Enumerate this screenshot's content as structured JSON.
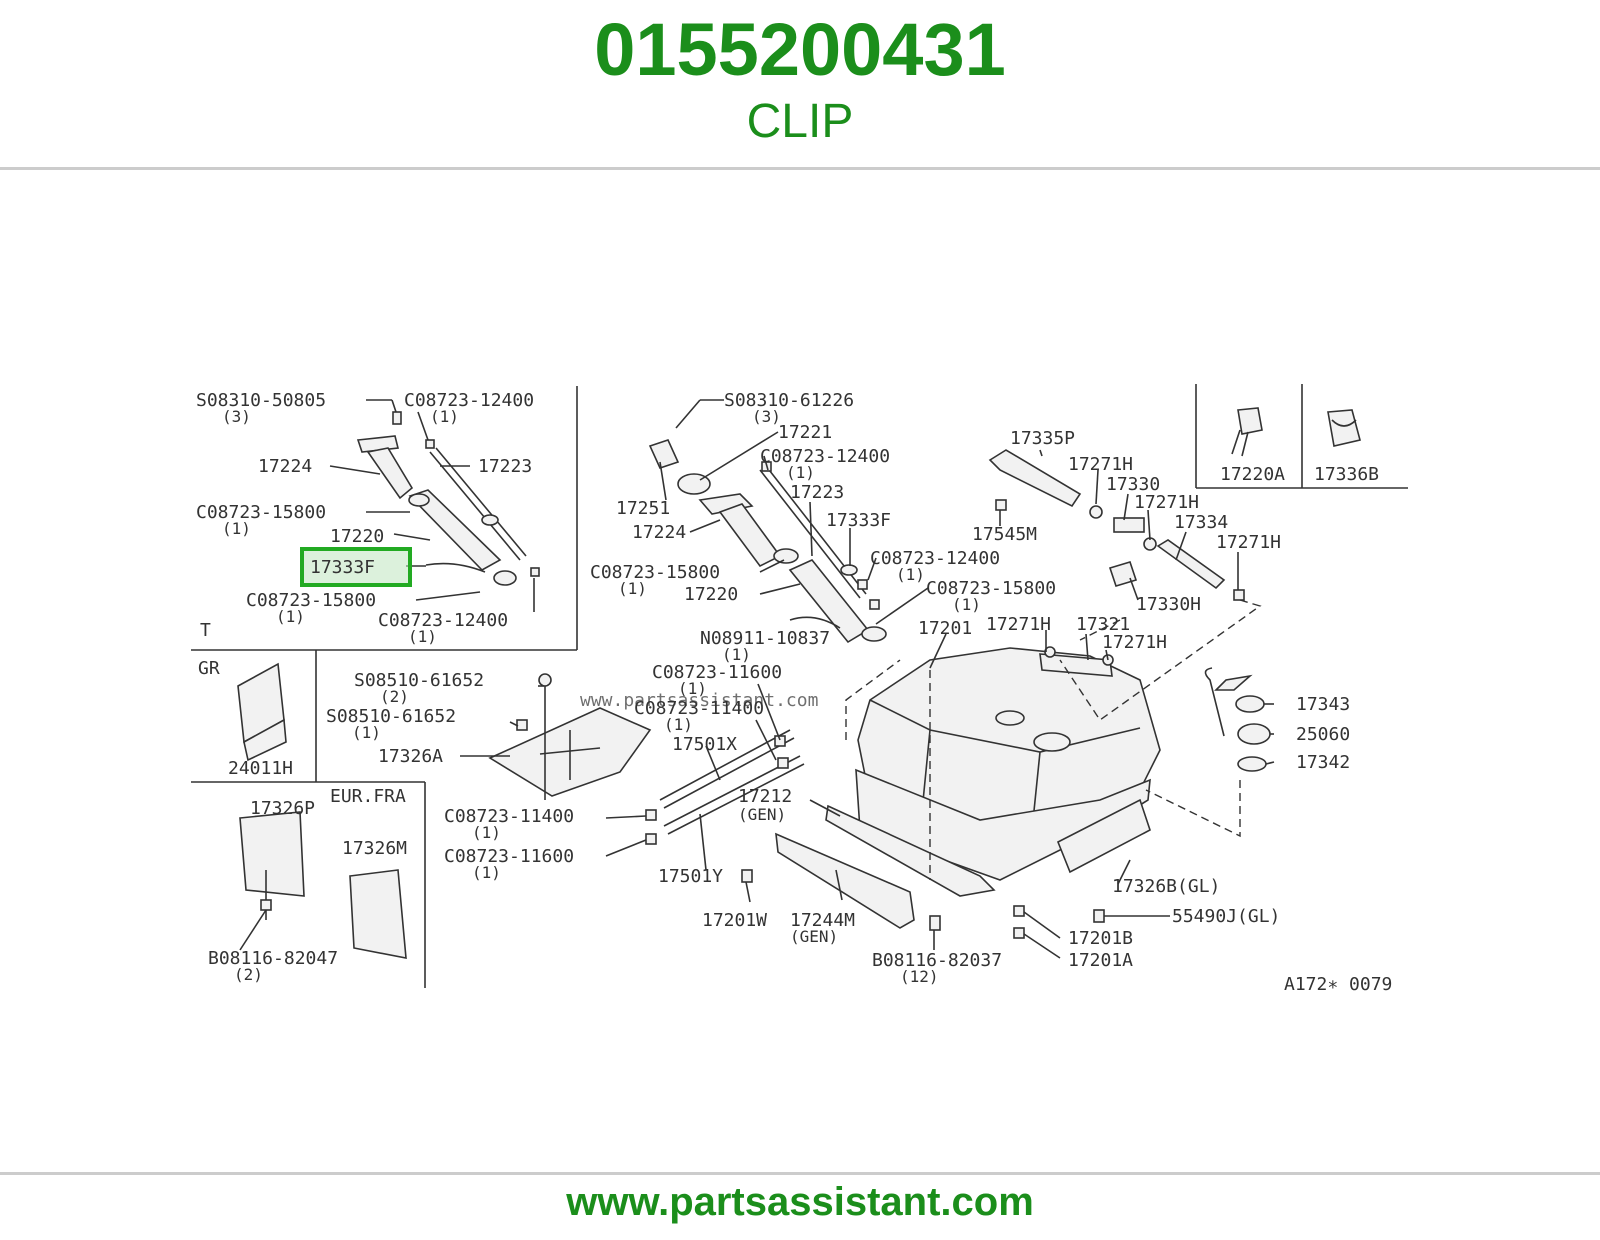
{
  "header": {
    "part_number": "0155200431",
    "part_name": "CLIP"
  },
  "footer": {
    "site": "www.partsassistant.com"
  },
  "diagram": {
    "watermark": "www.partsassistant.com",
    "code": "A172∗ 0079",
    "highlight_color": "#22aa22",
    "brand_color": "#1b8e1b",
    "highlighted": "17333F",
    "insets": {
      "t": "T",
      "gr": "GR",
      "eur_fra": "EUR.FRA"
    },
    "labels": {
      "t_s_08310_50805": "S08310-50805",
      "t_qty_3": "(3)",
      "t_c_08723_12400_a": "C08723-12400",
      "t_qty_1a": "(1)",
      "t_17224": "17224",
      "t_17223": "17223",
      "t_c_08723_15800_a": "C08723-15800",
      "t_qty_1b": "(1)",
      "t_17220": "17220",
      "t_17333f": "17333F",
      "t_c_08723_15800_b": "C08723-15800",
      "t_qty_1c": "(1)",
      "t_c_08723_12400_b": "C08723-12400",
      "t_qty_1d": "(1)",
      "gr_24011h": "24011H",
      "eur_17326p": "17326P",
      "eur_17326m": "17326M",
      "eur_b_08116_82047": "B08116-82047",
      "eur_qty_2": "(2)",
      "rt_17220a": "17220A",
      "rt_17336b": "17336B",
      "m_s_08310_61226": "S08310-61226",
      "m_qty_3": "(3)",
      "m_17221": "17221",
      "m_c_08723_12400_a": "C08723-12400",
      "m_qty_1a": "(1)",
      "m_17223": "17223",
      "m_17251": "17251",
      "m_17224": "17224",
      "m_17333f": "17333F",
      "m_c_08723_12400_b": "C08723-12400",
      "m_qty_1b": "(1)",
      "m_c_08723_15800_a": "C08723-15800",
      "m_qty_1c": "(1)",
      "m_17220": "17220",
      "m_c_08723_15800_b": "C08723-15800",
      "m_qty_1d": "(1)",
      "m_n_08911_10837": "N08911-10837",
      "m_qty_1e": "(1)",
      "m_17201": "17201",
      "m_17271h_a": "17271H",
      "m_17321": "17321",
      "m_17271h_b": "17271H",
      "m_17335p": "17335P",
      "m_17271h_c": "17271H",
      "m_17330": "17330",
      "m_17271h_d": "17271H",
      "m_17545m": "17545M",
      "m_17334": "17334",
      "m_17271h_e": "17271H",
      "m_17330h": "17330H",
      "m_s_08510_61652_a": "S08510-61652",
      "m_qty_2": "(2)",
      "m_s_08510_61652_b": "S08510-61652",
      "m_qty_1f": "(1)",
      "m_17326a": "17326A",
      "m_c_08723_11600_a": "C08723-11600",
      "m_qty_1g": "(1)",
      "m_c_08723_11400_a": "C08723-11400",
      "m_qty_1h": "(1)",
      "m_17501x": "17501X",
      "m_c_08723_11400_b": "C08723-11400",
      "m_qty_1i": "(1)",
      "m_c_08723_11600_b": "C08723-11600",
      "m_qty_1j": "(1)",
      "m_17212": "17212",
      "m_gen_a": "(GEN)",
      "m_17501y": "17501Y",
      "m_17201w": "17201W",
      "m_17244m": "17244M",
      "m_gen_b": "(GEN)",
      "m_17343": "17343",
      "m_25060": "25060",
      "m_17342": "17342",
      "m_17326b": "17326B(GL)",
      "m_55490j": "55490J(GL)",
      "m_17201b": "17201B",
      "m_b_08116_82037": "B08116-82037",
      "m_qty_12": "(12)",
      "m_17201a": "17201A"
    }
  }
}
